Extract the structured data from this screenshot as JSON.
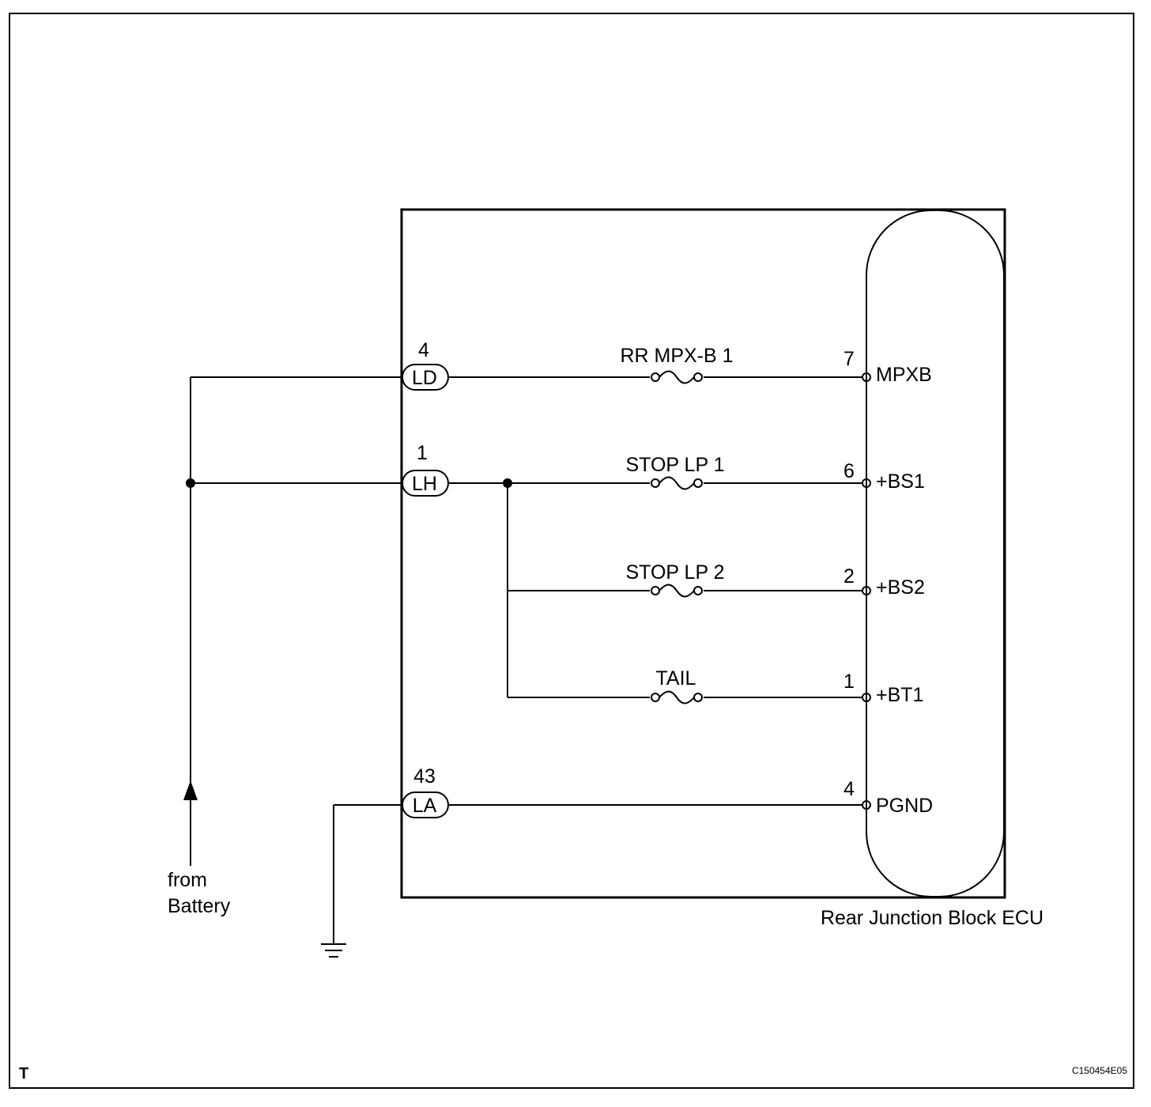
{
  "ecu_label": "Rear Junction Block ECU",
  "source": {
    "line1": "from",
    "line2": "Battery"
  },
  "corner_mark": "T",
  "figure_code": "C150454E05",
  "connectors": [
    {
      "pin": "4",
      "code": "LD"
    },
    {
      "pin": "1",
      "code": "LH"
    },
    {
      "pin": "43",
      "code": "LA"
    }
  ],
  "fuses": [
    {
      "name": "RR MPX-B 1"
    },
    {
      "name": "STOP LP 1"
    },
    {
      "name": "STOP LP 2"
    },
    {
      "name": "TAIL"
    }
  ],
  "terminals": [
    {
      "pin": "7",
      "name": "MPXB"
    },
    {
      "pin": "6",
      "name": "+BS1"
    },
    {
      "pin": "2",
      "name": "+BS2"
    },
    {
      "pin": "1",
      "name": "+BT1"
    },
    {
      "pin": "4",
      "name": "PGND"
    }
  ]
}
